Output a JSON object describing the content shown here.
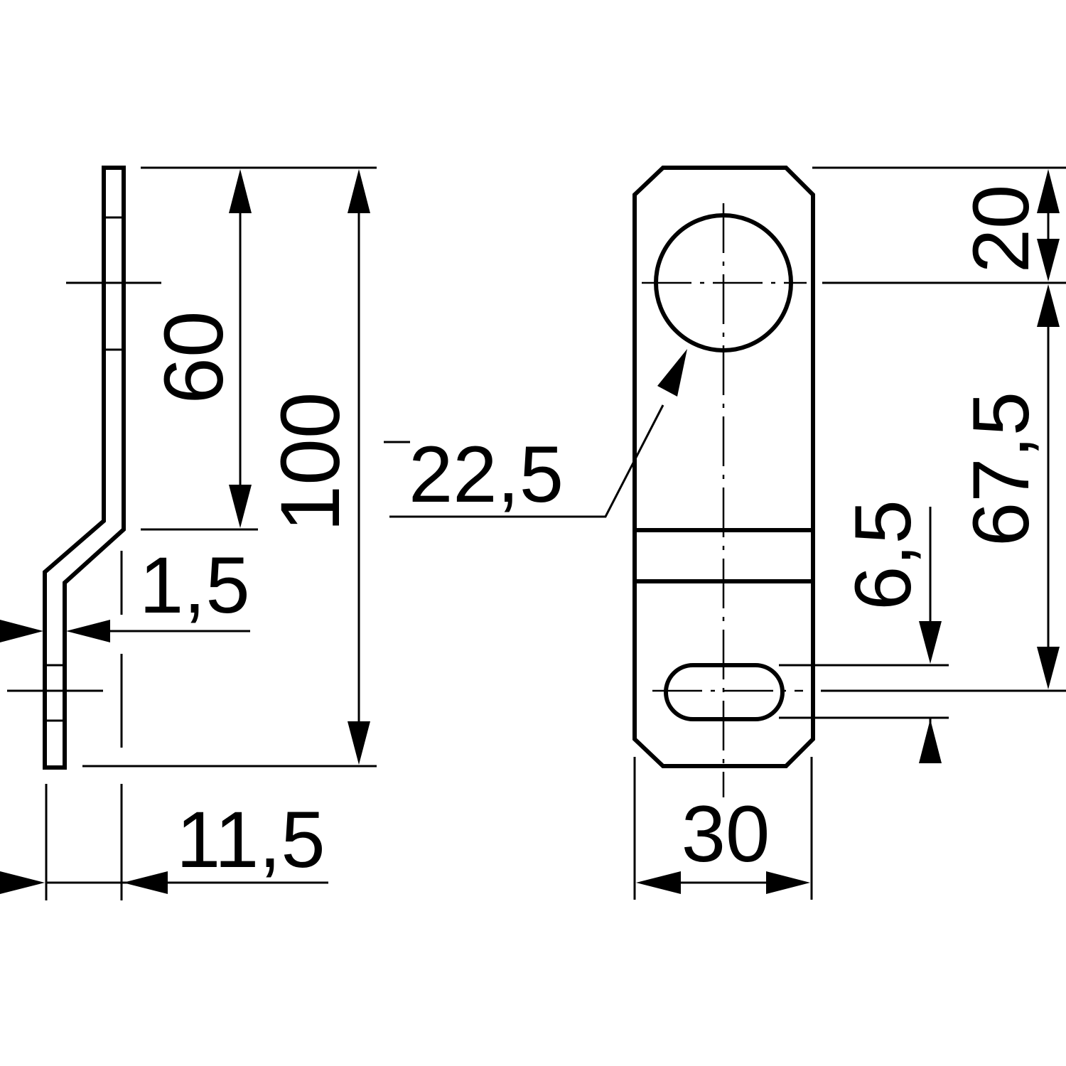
{
  "dimensions": {
    "side_upper_height": "60",
    "side_total_height": "100",
    "sheet_thickness": "1,5",
    "offset_width": "11,5",
    "hole_diameter": "22,5",
    "front_width": "30",
    "hole_center_from_top": "20",
    "hole_to_slot_distance": "67,5",
    "slot_width": "6,5"
  }
}
